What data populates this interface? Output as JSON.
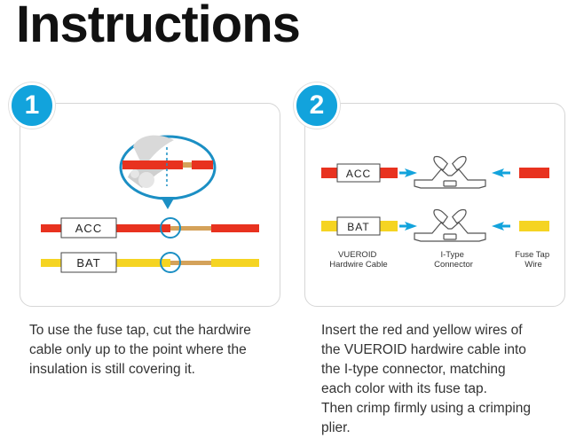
{
  "title": "Instructions",
  "steps": [
    {
      "number": "1",
      "labels": {
        "acc": "ACC",
        "bat": "BAT"
      },
      "caption": [
        "To use the fuse tap, cut the hardwire",
        "cable only up to the point where the",
        "insulation is still covering it."
      ]
    },
    {
      "number": "2",
      "labels": {
        "acc": "ACC",
        "bat": "BAT"
      },
      "legend": {
        "left": [
          "VUEROID",
          "Hardwire Cable"
        ],
        "middle": [
          "I-Type",
          "Connector"
        ],
        "right": [
          "Fuse Tap",
          "Wire"
        ]
      },
      "caption": [
        "Insert the red and yellow wires of",
        "the VUEROID hardwire cable into",
        "the I-type connector, matching",
        "each color with its fuse tap.",
        "Then crimp firmly using a crimping",
        "plier."
      ]
    }
  ],
  "colors": {
    "accent": "#12a3dc",
    "red_wire": "#e8321f",
    "yellow_wire": "#f5d422",
    "copper": "#d4a25a"
  }
}
